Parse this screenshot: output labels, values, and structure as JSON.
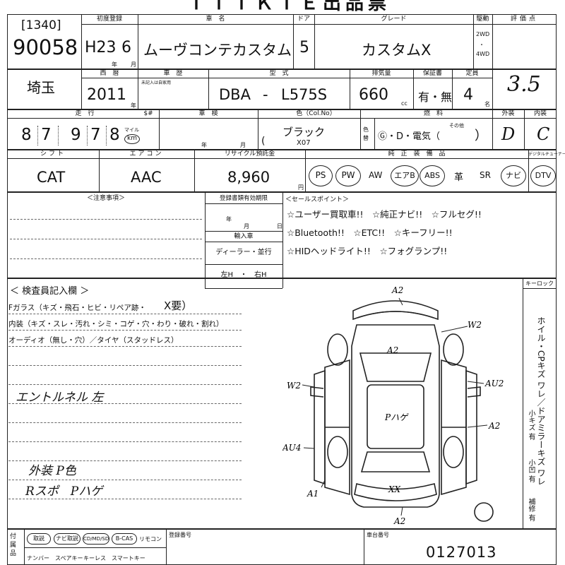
{
  "header": {
    "title": "ＴＴＴＫＴＥ出品票",
    "lot_code": "[1340]",
    "lot_number": "90058",
    "first_reg_label": "初度登録",
    "first_reg_era": "H23",
    "first_reg_month": "6",
    "year_unit": "年",
    "month_unit": "月",
    "car_name_label": "車　名",
    "car_name": "ムーヴコンテカスタム",
    "door_label": "ドア",
    "doors": "5",
    "grade_label": "グレード",
    "grade": "カスタムX",
    "drive_label": "駆動",
    "drive_2wd": "2WD",
    "drive_dot": "・",
    "drive_4wd": "4WD",
    "eval_label": "評価点",
    "eval_score": "3.5"
  },
  "row2": {
    "region": "埼玉",
    "western_year_label": "西　暦",
    "western_year": "2011",
    "history_label": "車　歴",
    "history_sub": "未記入は自家用",
    "model_label": "型　式",
    "model_prefix": "DBA",
    "model_dash": "-",
    "model_code": "L575S",
    "displacement_label": "排気量",
    "displacement": "660",
    "cc_unit": "cc",
    "warranty_label": "保証書",
    "warranty": "有・無",
    "capacity_label": "定員",
    "capacity": "4",
    "capacity_unit": "名"
  },
  "row3": {
    "mileage_label": "走　行",
    "mileage_unit_label": "$#",
    "mileage_digits": [
      "8",
      "7",
      "9",
      "7",
      "8"
    ],
    "mileage_unit_mile": "マイル",
    "mileage_unit_km": "km",
    "inspection_label": "車　検",
    "inspection_year": "年",
    "inspection_month": "月",
    "color_label": "色（Col.No）",
    "color_name": "ブラック",
    "color_code": "X07",
    "color_change_label": "色替",
    "fuel_label": "燃　料",
    "fuel_options": "Ⓖ・D・電気（",
    "fuel_other": "その他",
    "fuel_close": "）",
    "exterior_label": "外装",
    "exterior_grade": "D",
    "interior_label": "内装",
    "interior_grade": "C"
  },
  "row4": {
    "shift_label": "シフト",
    "shift": "CAT",
    "aircon_label": "エアコン",
    "aircon": "AAC",
    "recycle_label": "リサイクル預託金",
    "recycle_amount": "8,960",
    "yen_unit": "円",
    "equipment_label": "純　正　装　備　品",
    "equipment": [
      "PS",
      "PW",
      "AW",
      "エアB",
      "ABS",
      "革",
      "SR",
      "ナビ",
      "DTV"
    ],
    "tuner_label": "デジタルチューナー"
  },
  "notes": {
    "caution_label": "＜注意事項＞",
    "docs_label": "登録書類有効期限",
    "docs_year": "年",
    "docs_month": "月",
    "docs_day": "日",
    "import_label": "輸入車",
    "dealer_label": "ディーラー・並行",
    "handle_label": "左H　・　右H",
    "sales_label": "＜セールスポイント＞",
    "sales_points": [
      "☆ユーザー買取車!!　☆純正ナビ!!　☆フルセグ!!",
      "☆Bluetooth!!　☆ETC!!　☆キーフリー!!",
      "☆HIDヘッドライト!!　☆フォグランプ!!"
    ]
  },
  "inspector": {
    "section_label": "＜ 検査員記入欄 ＞",
    "line1": "Fガラス（キズ・飛石・ヒビ・リペア跡・",
    "line1_mark": "X要）",
    "line2": "内装（キズ・スレ・汚れ・シミ・コゲ・穴・わり・破れ・割れ）",
    "line3": "オーディオ（無し・穴）／タイヤ（スタッドレス）",
    "handwritten_1": "エントルネル 左",
    "handwritten_2": "外装 P色",
    "handwritten_3": "Rスポ　Pハゲ",
    "keylock_label": "キーロック",
    "legend_text": "ホイル・CPキズ ワレ／ドアミラーキズ ワレ",
    "legend_sub1": "小キズ 有",
    "legend_sub2": "小凹 有",
    "legend_sub3": "補修 有"
  },
  "diagram_marks": {
    "a2_top": "A2",
    "w2_right": "W2",
    "a2_roof": "A2",
    "w2_left": "W2",
    "au2_right": "AU2",
    "p_hage": "Pハゲ",
    "a2_right": "A2",
    "au4_left": "AU4",
    "xx_rear": "XX",
    "a1_left": "A1",
    "a2_bottom": "A2"
  },
  "footer": {
    "accessories_label": "付属品",
    "pills": [
      "取説",
      "ナビ取説",
      "CD/MD/SD",
      "B-CAS",
      "リモコン"
    ],
    "pills2": [
      "ナンバー",
      "スペアキー",
      "キーレス",
      "スマートキー"
    ],
    "reg_number_label": "登録番号",
    "chassis_label": "車台番号",
    "chassis_number": "0127013"
  }
}
